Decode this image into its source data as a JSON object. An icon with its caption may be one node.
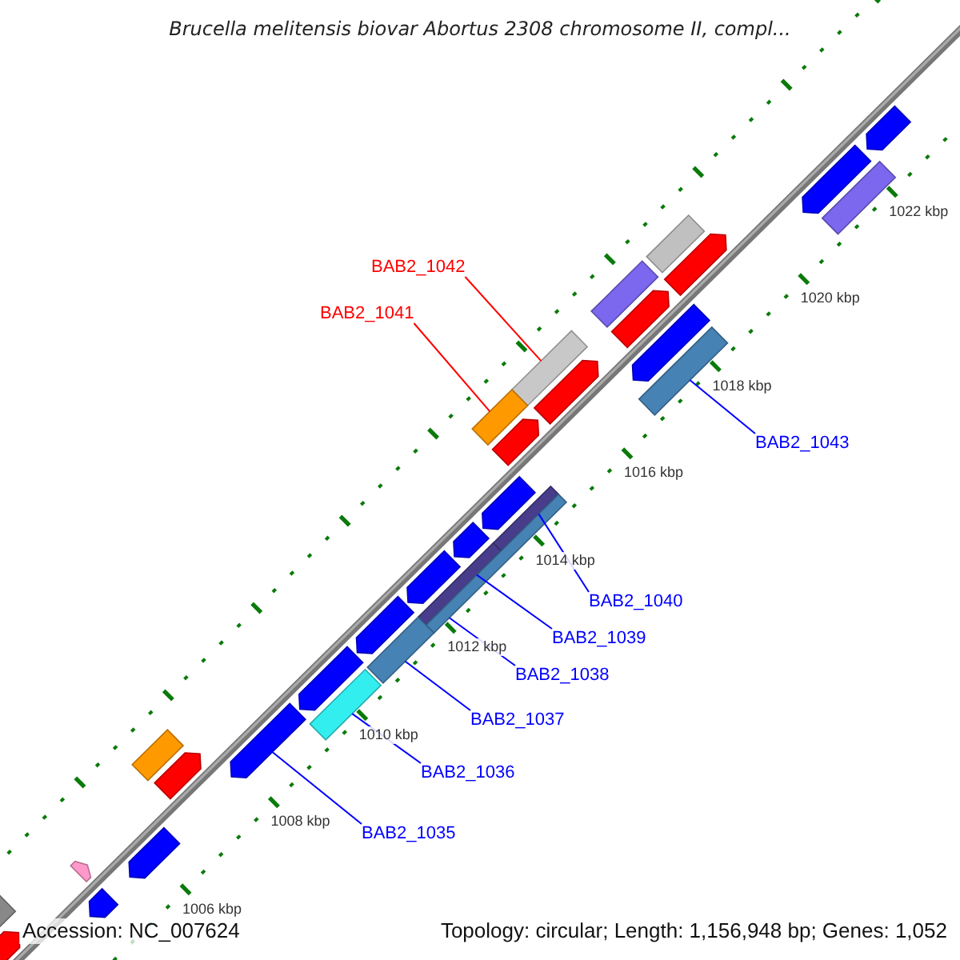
{
  "diagram": {
    "title": "Brucella melitensis biovar Abortus 2308 chromosome II, compl...",
    "nodes": [
      {
        "text": [
          "BAB2_1042"
        ]
      },
      {
        "text": [],
        "shape": "bar"
      },
      {
        "text": [
          "BAB2_1041"
        ]
      },
      {
        "text": [],
        "shape": "bar"
      },
      {
        "text": [
          "BAB2_1043"
        ]
      },
      {
        "text": [],
        "shape": "bar"
      },
      {
        "text": [
          "BAB2_1040"
        ]
      },
      {
        "text": [],
        "shape": "bar"
      },
      {
        "text": [
          "BAB2_1039"
        ]
      },
      {
        "text": [],
        "shape": "bar"
      },
      {
        "text": [
          "BAB2_1038"
        ]
      },
      {
        "text": [],
        "shape": "bar"
      },
      {
        "text": [
          "BAB2_1037"
        ]
      },
      {
        "text": [],
        "shape": "bar"
      },
      {
        "text": [
          "BAB2_1036"
        ]
      },
      {
        "text": [],
        "shape": "bar"
      },
      {
        "text": [
          "BAB2_1035"
        ]
      },
      {
        "text": [],
        "shape": "arrow"
      },
      {
        "text": [],
        "shape": "arrow"
      },
      {
        "text": [],
        "shape": "arrow"
      },
      {
        "text": [],
        "shape": "arrow"
      },
      {
        "text": [],
        "shape": "arrow"
      },
      {
        "text": [],
        "shape": "arrow"
      },
      {
        "text": [],
        "shape": "arrow"
      },
      {
        "text": [],
        "shape": "arrow"
      },
      {
        "text": [],
        "shape": "arrow"
      },
      {
        "text": [],
        "shape": "arrow"
      },
      {
        "text": [],
        "shape": "arrow"
      },
      {
        "text": [],
        "shape": "bar"
      },
      {
        "text": [],
        "shape": "arrow"
      },
      {
        "text": [],
        "shape": "arrow"
      },
      {
        "text": [],
        "shape": "arrow"
      },
      {
        "text": [],
        "shape": "arrow"
      },
      {
        "text": [],
        "shape": "arrow"
      },
      {
        "text": [],
        "shape": "arrow"
      },
      {
        "text": [],
        "shape": "arrow"
      },
      {
        "text": [],
        "shape": "bar"
      },
      {
        "text": [],
        "shape": "bar"
      },
      {
        "text": [],
        "shape": "bar"
      },
      {
        "text": [],
        "shape": "bar"
      }
    ],
    "edges": [
      {
        "from": 0,
        "to": 1,
        "arrow": "none",
        "color": "#ff0000"
      },
      {
        "from": 2,
        "to": 3,
        "arrow": "none",
        "color": "#ff0000"
      },
      {
        "from": 4,
        "to": 5,
        "arrow": "none"
      },
      {
        "from": 6,
        "to": 7,
        "arrow": "none"
      },
      {
        "from": 8,
        "to": 9,
        "arrow": "none"
      },
      {
        "from": 10,
        "to": 11,
        "arrow": "none"
      },
      {
        "from": 12,
        "to": 13,
        "arrow": "none"
      },
      {
        "from": 14,
        "to": 15,
        "arrow": "none"
      },
      {
        "from": 16,
        "to": 17,
        "arrow": "none"
      }
    ],
    "labels": [
      "1022 kbp",
      "1020 kbp",
      "1018 kbp",
      "1016 kbp",
      "1014 kbp",
      "1012 kbp",
      "1010 kbp",
      "1008 kbp",
      "1006 kbp",
      "Accession: NC_007624",
      "Topology: circular; Length: 1,156,948 bp; Genes: 1,052"
    ]
  }
}
